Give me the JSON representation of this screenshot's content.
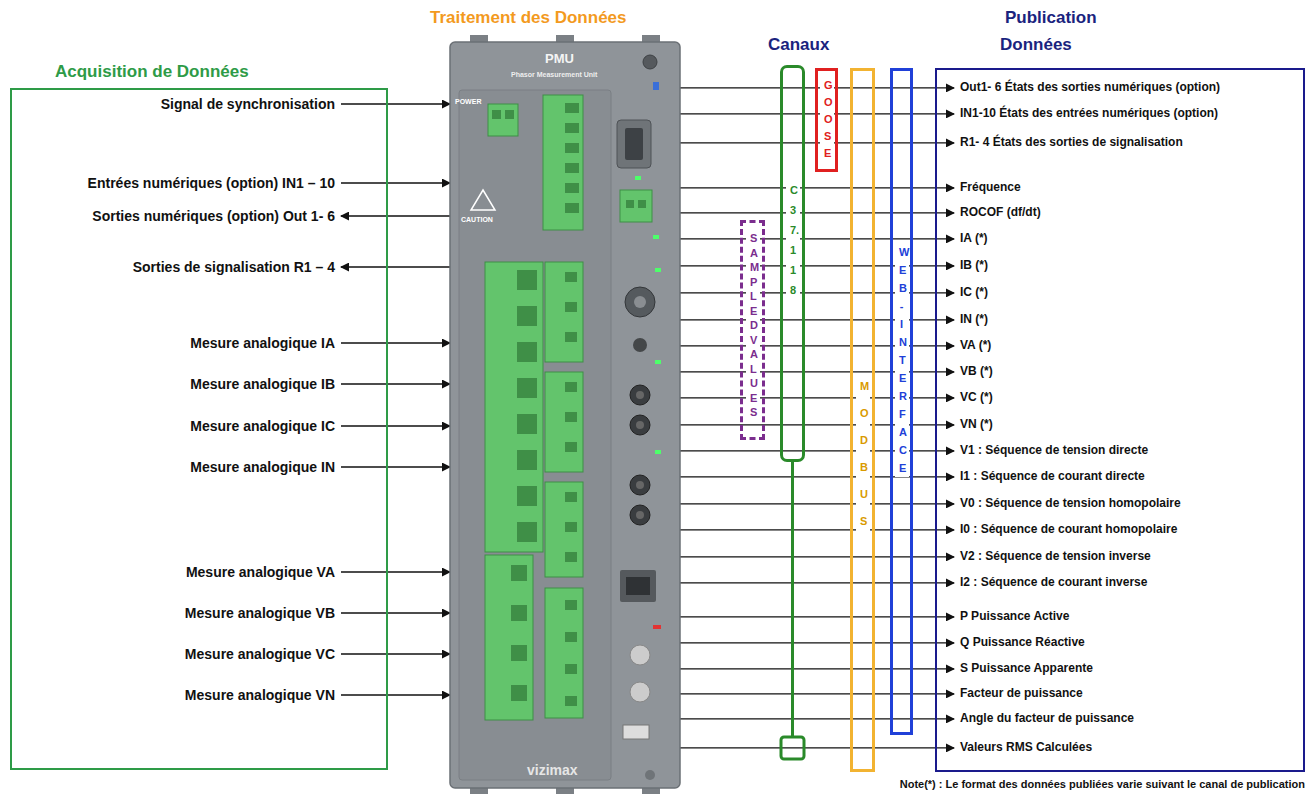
{
  "diagram": {
    "nodes": [
      {
        "text": [
          "Acquisition de Données",
          "Signal de synchronisation",
          "Entrées numériques (option) IN1 – 10",
          "Sorties numériques (option) Out 1- 6",
          "Sorties de signalisation R1 – 4",
          "Mesure analogique IA",
          "Mesure analogique IB",
          "Mesure analogique IC",
          "Mesure analogique IN",
          "Mesure analogique VA",
          "Mesure analogique VB",
          "Mesure analogique VC",
          "Mesure analogique VN"
        ]
      },
      {
        "text": [
          "Traitement des Données",
          "PMU",
          "Phasor Measurement Unit",
          "POWER",
          "CAUTION",
          "vizimax"
        ]
      },
      {
        "text": [
          "C37.118"
        ]
      },
      {
        "text": [
          "GOOSE"
        ]
      },
      {
        "text": [
          "SAMPLED VALUES"
        ]
      },
      {
        "text": [
          "MODBUS"
        ]
      },
      {
        "text": [
          "WEB-INTERFACE"
        ]
      },
      {
        "text": [
          "Données",
          "Out1- 6 États des sorties numériques (option)",
          "IN1-10 États des entrées numériques (option)",
          "R1- 4 États des sorties de signalisation",
          "Fréquence",
          "ROCOF (df/dt)",
          "IA (*)",
          "IB (*)",
          "IC (*)",
          "IN (*)",
          "VA (*)",
          "VB (*)",
          "VC (*)",
          "VN (*)",
          "V1 : Séquence de tension directe",
          "I1 : Séquence de courant directe",
          "V0 : Séquence de tension homopolaire",
          "I0 : Séquence de courant homopolaire",
          "V2 : Séquence de tension inverse",
          "I2 : Séquence de courant inverse",
          "P Puissance Active",
          "Q Puissance Réactive",
          "S Puissance Apparente",
          "Facteur de puissance",
          "Angle du facteur de puissance",
          "Valeurs RMS Calculées"
        ]
      }
    ],
    "edges": [
      {
        "from": 0,
        "to": 1,
        "arrow": "to"
      },
      {
        "from": 0,
        "to": 1,
        "arrow": "to"
      },
      {
        "from": 1,
        "to": 0,
        "arrow": "to"
      },
      {
        "from": 1,
        "to": 0,
        "arrow": "to"
      },
      {
        "from": 0,
        "to": 1,
        "arrow": "to"
      },
      {
        "from": 0,
        "to": 1,
        "arrow": "to"
      },
      {
        "from": 0,
        "to": 1,
        "arrow": "to"
      },
      {
        "from": 0,
        "to": 1,
        "arrow": "to"
      },
      {
        "from": 0,
        "to": 1,
        "arrow": "to"
      },
      {
        "from": 0,
        "to": 1,
        "arrow": "to"
      },
      {
        "from": 0,
        "to": 1,
        "arrow": "to"
      },
      {
        "from": 0,
        "to": 1,
        "arrow": "to"
      },
      {
        "from": 1,
        "to": 7,
        "arrow": "to"
      },
      {
        "from": 1,
        "to": 7,
        "arrow": "to"
      },
      {
        "from": 1,
        "to": 7,
        "arrow": "to"
      },
      {
        "from": 1,
        "to": 7,
        "arrow": "to"
      },
      {
        "from": 1,
        "to": 7,
        "arrow": "to"
      },
      {
        "from": 1,
        "to": 7,
        "arrow": "to"
      },
      {
        "from": 1,
        "to": 7,
        "arrow": "to"
      },
      {
        "from": 1,
        "to": 7,
        "arrow": "to"
      },
      {
        "from": 1,
        "to": 7,
        "arrow": "to"
      },
      {
        "from": 1,
        "to": 7,
        "arrow": "to"
      },
      {
        "from": 1,
        "to": 7,
        "arrow": "to"
      },
      {
        "from": 1,
        "to": 7,
        "arrow": "to"
      },
      {
        "from": 1,
        "to": 7,
        "arrow": "to"
      },
      {
        "from": 1,
        "to": 7,
        "arrow": "to"
      },
      {
        "from": 1,
        "to": 7,
        "arrow": "to"
      },
      {
        "from": 1,
        "to": 7,
        "arrow": "to"
      },
      {
        "from": 1,
        "to": 7,
        "arrow": "to"
      },
      {
        "from": 1,
        "to": 7,
        "arrow": "to"
      },
      {
        "from": 1,
        "to": 7,
        "arrow": "to"
      },
      {
        "from": 1,
        "to": 7,
        "arrow": "to"
      },
      {
        "from": 1,
        "to": 7,
        "arrow": "to"
      },
      {
        "from": 1,
        "to": 7,
        "arrow": "to"
      },
      {
        "from": 1,
        "to": 7,
        "arrow": "to"
      },
      {
        "from": 1,
        "to": 7,
        "arrow": "to"
      },
      {
        "from": 1,
        "to": 7,
        "arrow": "to"
      }
    ],
    "labels": [
      "Canaux",
      "Publication",
      "Note(*) : Le format des données publiées varie suivant le canal de publication"
    ]
  }
}
